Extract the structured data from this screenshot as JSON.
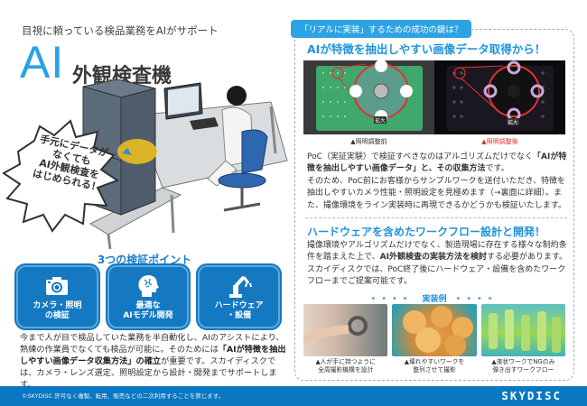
{
  "header": {
    "subtitle": "目視に頼っている検品業務をAIがサポート",
    "ai_label": "AI",
    "title": "外観検査機"
  },
  "illustration": {
    "bubble_lines": [
      "手元にデータが",
      "なくても",
      "AI外観検査を",
      "はじめられる！"
    ]
  },
  "points": {
    "title": "3つの検証ポイント",
    "items": [
      {
        "icon": "camera-icon",
        "label_line1": "カメラ・照明",
        "label_line2": "の検証"
      },
      {
        "icon": "ai-brain-icon",
        "label_line1": "最適な",
        "label_line2": "AIモデル開発"
      },
      {
        "icon": "robot-arm-icon",
        "label_line1": "ハードウェア",
        "label_line2": "・設備"
      }
    ]
  },
  "body": {
    "part1": "今まで人が目で検品していた業務を半自動化し、AIのアシストにより、熟練の作業員でなくても検品が可能に。そのためには",
    "bold": "「AIが特徴を抽出しやすい画像データ収集方法」の確立",
    "part2": "が重要です。スカイディスクでは、カメラ・レンズ選定、照明設定から設計・開発までサポートします。"
  },
  "right": {
    "tag": "「リアルに実装」するための成功の鍵は？",
    "heading1": "AIが特徴を抽出しやすい画像データ取得から！",
    "photo_zoom_label": "拡大",
    "caption_before": "▲照明調整前",
    "caption_after": "▲照明調整後",
    "p1_a": "PoC（実証実験）で検証すべきなのはアルゴリズムだけでなく",
    "p1_bold": "「AIが特徴を抽出しやすい画像データ」と、その収集方法",
    "p1_b": "です。",
    "p1_c": "そのため、PoC前にお客様からサンプルワークを送付いただき、特徴を抽出しやすいカメラ性能・照明設定を見極めます（→裏面に詳細）。また、撮像環境をライン実装時に再現できるかどうかも検証いたします。",
    "heading2": "ハードウェアを含めたワークフロー設計と開発！",
    "p2_a": "撮像環境やアルゴリズムだけでなく、製造現場に存在する様々な制約条件を踏まえた上で、",
    "p2_bold": "AI外観検査の実装方法を検討",
    "p2_b": "する必要があります。スカイディスクでは、PoC終了後にハードウェア・設備を含めたワークフローまでご提案可能です。",
    "examples_title": "実装例",
    "examples_dots": "••••",
    "examples": [
      {
        "line1": "▲人が手に持つように",
        "line2": "全周撮影機構を設計"
      },
      {
        "line1": "▲壊れやすいワークを",
        "line2": "整列させて撮影"
      },
      {
        "line1": "▲液状ワークでNGのみ",
        "line2": "弾き出すワークフロー"
      }
    ]
  },
  "footer": {
    "copyright": "©SKYDISC 許可なく複製、転用、販売などの二次利用することを禁じます。",
    "logo": "SKYDISC"
  },
  "colors": {
    "accent_blue": "#1e94dc",
    "point_blue": "#1479c1",
    "footer_blue": "#0a77c2",
    "ai_blue": "#29a3e6",
    "caption_red": "#d8322a"
  }
}
